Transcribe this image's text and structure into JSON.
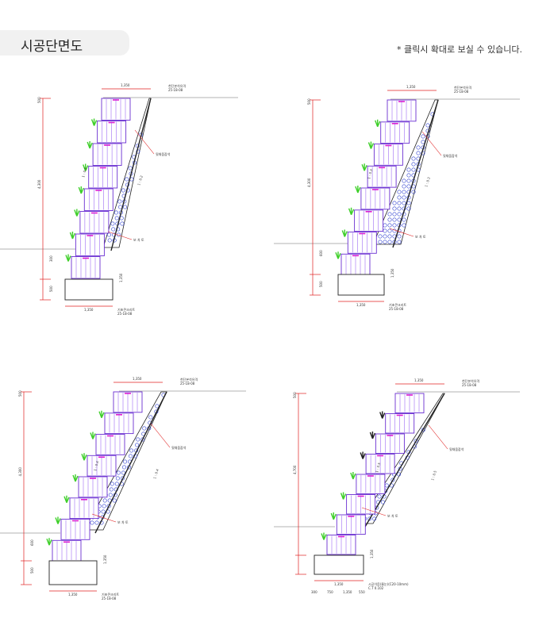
{
  "header": {
    "title": "시공단면도",
    "hint": "* 클릭시 확대로 보실 수 있습니다."
  },
  "drawings": [
    {
      "id": "d1",
      "top_width": "1,350",
      "top_note": "천단본석유격",
      "top_note2": "25-18-08",
      "height": "4,300",
      "cut": "500",
      "embed": "300",
      "base": "500",
      "base_width": "1,350",
      "base_note": "기초콘크리트",
      "base_note2": "25-18-08",
      "fill_label": "뒷채움잡석",
      "soil_label": "보 차 토",
      "slope_a": "1 : 0.2",
      "slope_b": "1 : 0.2",
      "h_small": "1,350"
    },
    {
      "id": "d2",
      "top_width": "1,350",
      "top_note": "천단본석유격",
      "top_note2": "25-18-08",
      "height": "4,300",
      "cut": "500",
      "embed": "600",
      "base": "500",
      "base_width": "1,350",
      "base_note": "기초콘크리트",
      "base_note2": "25-18-08",
      "fill_label": "뒷채움잡석",
      "soil_label": "보 차 토",
      "slope_a": "1 : 0.3",
      "slope_b": "1 : 0.3",
      "h_small": "1,350"
    },
    {
      "id": "d3",
      "top_width": "1,350",
      "top_note": "천단본석유격",
      "top_note2": "25-18-08",
      "height": "4,300",
      "cut": "500",
      "embed": "600",
      "base": "500",
      "base_width": "1,350",
      "base_note": "기초콘크리트",
      "base_note2": "25-18-08",
      "fill_label": "뒷채움잡석",
      "soil_label": "보 차 토",
      "slope_a": "1 : 0.4",
      "slope_b": "1 : 0.4",
      "h_small": "1,350"
    },
    {
      "id": "d4",
      "top_width": "1,350",
      "top_note": "천단본석유격",
      "top_note2": "25-18-08",
      "height": "4,700",
      "cut": "500",
      "embed": "",
      "base": "",
      "base_width": "1,350",
      "base_widths": [
        "300",
        "750",
        "1,350",
        "550"
      ],
      "base_note": "시공이음(줄눈)(C20-10mm)",
      "base_note2": "C.T 0.102",
      "fill_label": "뒷채움잡석",
      "soil_label": "보 차 토",
      "slope_a": "1 : 0.5",
      "slope_b": "1 : 0.5",
      "h_small": "1,350"
    }
  ],
  "colors": {
    "outline": "#6a2fd2",
    "accent": "#e01ad0",
    "plant": "#3fcf2a",
    "dim": "#e02020",
    "fill_circle": "#3040d0",
    "text": "#333333",
    "ground": "#9a9a9a"
  }
}
